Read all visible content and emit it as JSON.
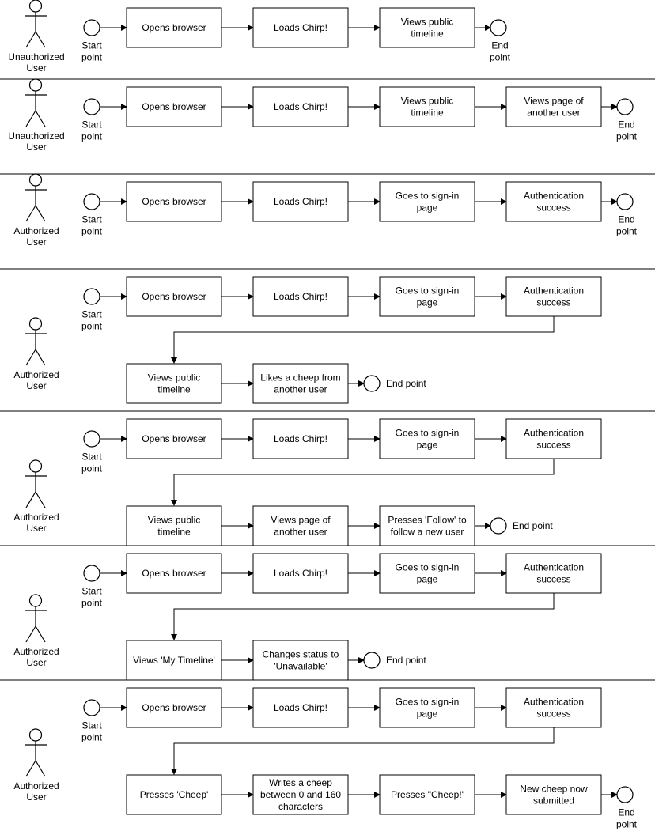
{
  "colors": {
    "stroke": "#000000",
    "fill": "#ffffff",
    "text": "#000000"
  },
  "scenarios": [
    {
      "actor": [
        "Unauthorized",
        "User"
      ],
      "start_label": [
        "Start",
        "point"
      ],
      "steps": [
        [
          "Opens browser"
        ],
        [
          "Loads Chirp!"
        ],
        [
          "Views public",
          "timeline"
        ]
      ],
      "second_row": [],
      "end_label": [
        "End",
        "point"
      ]
    },
    {
      "actor": [
        "Unauthorized",
        "User"
      ],
      "start_label": [
        "Start",
        "point"
      ],
      "steps": [
        [
          "Opens browser"
        ],
        [
          "Loads Chirp!"
        ],
        [
          "Views public",
          "timeline"
        ],
        [
          "Views page of",
          "another user"
        ]
      ],
      "second_row": [],
      "end_label": [
        "End",
        "point"
      ]
    },
    {
      "actor": [
        "Authorized",
        "User"
      ],
      "start_label": [
        "Start",
        "point"
      ],
      "steps": [
        [
          "Opens browser"
        ],
        [
          "Loads Chirp!"
        ],
        [
          "Goes to sign-in",
          "page"
        ],
        [
          "Authentication",
          "success"
        ]
      ],
      "second_row": [],
      "end_label": [
        "End",
        "point"
      ]
    },
    {
      "actor": [
        "Authorized",
        "User"
      ],
      "start_label": [
        "Start",
        "point"
      ],
      "steps": [
        [
          "Opens browser"
        ],
        [
          "Loads Chirp!"
        ],
        [
          "Goes to sign-in",
          "page"
        ],
        [
          "Authentication",
          "success"
        ]
      ],
      "second_row": [
        [
          "Views public",
          "timeline"
        ],
        [
          "Likes a cheep from",
          "another user"
        ]
      ],
      "end_label": [
        "End point"
      ]
    },
    {
      "actor": [
        "Authorized",
        "User"
      ],
      "start_label": [
        "Start",
        "point"
      ],
      "steps": [
        [
          "Opens browser"
        ],
        [
          "Loads Chirp!"
        ],
        [
          "Goes to sign-in",
          "page"
        ],
        [
          "Authentication",
          "success"
        ]
      ],
      "second_row": [
        [
          "Views public",
          "timeline"
        ],
        [
          "Views page of",
          "another user"
        ],
        [
          "Presses 'Follow' to",
          "follow a new user"
        ]
      ],
      "end_label": [
        "End point"
      ]
    },
    {
      "actor": [
        "Authorized",
        "User"
      ],
      "start_label": [
        "Start",
        "point"
      ],
      "steps": [
        [
          "Opens browser"
        ],
        [
          "Loads Chirp!"
        ],
        [
          "Goes to sign-in",
          "page"
        ],
        [
          "Authentication",
          "success"
        ]
      ],
      "second_row": [
        [
          "Views 'My Timeline'"
        ],
        [
          "Changes status to",
          "'Unavailable'"
        ]
      ],
      "end_label": [
        "End point"
      ]
    },
    {
      "actor": [
        "Authorized",
        "User"
      ],
      "start_label": [
        "Start",
        "point"
      ],
      "steps": [
        [
          "Opens browser"
        ],
        [
          "Loads Chirp!"
        ],
        [
          "Goes to sign-in",
          "page"
        ],
        [
          "Authentication",
          "success"
        ]
      ],
      "second_row": [
        [
          "Presses 'Cheep'"
        ],
        [
          "Writes a cheep",
          "between 0 and 160",
          "characters"
        ],
        [
          "Presses \"Cheep!'"
        ],
        [
          "New cheep now",
          "submitted"
        ]
      ],
      "end_label": [
        "End",
        "point"
      ]
    }
  ]
}
